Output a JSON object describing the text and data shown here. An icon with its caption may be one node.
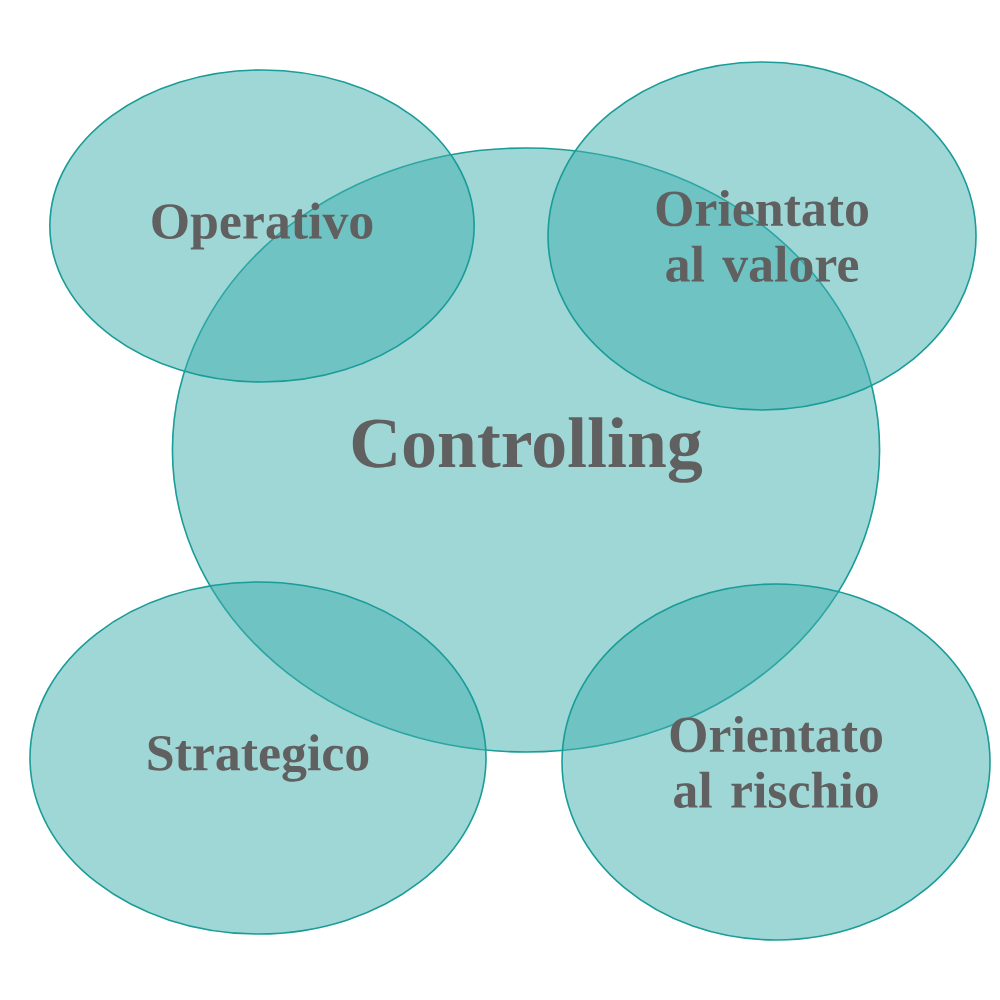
{
  "diagram": {
    "nodes": [
      {
        "text": [
          "Operativo"
        ]
      },
      {
        "text": [
          "Orientato al valore"
        ]
      },
      {
        "text": [
          "Controlling"
        ]
      },
      {
        "text": [
          "Strategico"
        ]
      },
      {
        "text": [
          "Orientato al rischio"
        ]
      }
    ]
  }
}
